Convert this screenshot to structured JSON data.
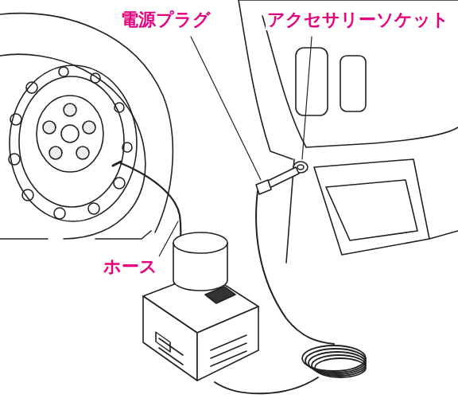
{
  "diagram": {
    "labels": [
      "電源プラグ",
      "アクセサリーソケット",
      "ホース"
    ]
  }
}
